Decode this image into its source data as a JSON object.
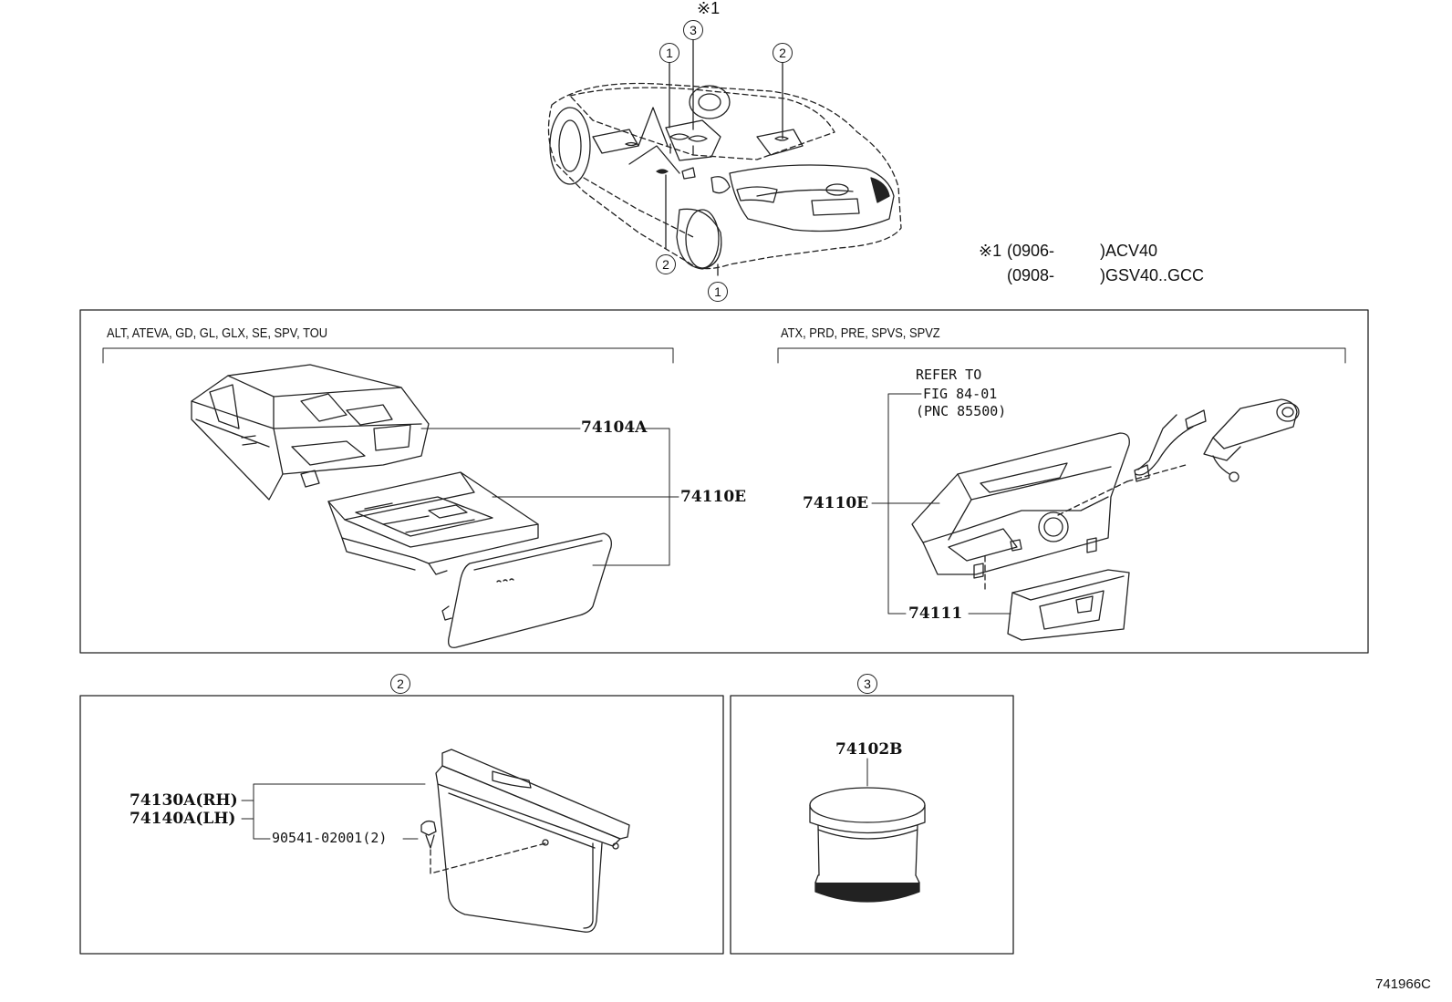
{
  "vehicle": {
    "note_mark": "※1",
    "callouts": {
      "top_1": "1",
      "top_3": "3",
      "top_2": "2",
      "side_2": "2",
      "bottom_1": "1"
    }
  },
  "applicability": {
    "line1_prefix": "※1",
    "line1_date": "(0906-",
    "line1_model": ")ACV40",
    "line2_date": "(0908-",
    "line2_model": ")GSV40..GCC"
  },
  "panel_main": {
    "left_grades": "ALT, ATEVA, GD, GL, GLX, SE, SPV, TOU",
    "right_grades": "ATX, PRD, PRE, SPVS, SPVZ",
    "left_parts": {
      "p1": "74104A",
      "p2": "74110E"
    },
    "right_refer": {
      "line1": "REFER TO",
      "line2": "FIG 84-01",
      "line3": "(PNC 85500)"
    },
    "right_parts": {
      "p1": "74110E",
      "p2": "74111"
    }
  },
  "panel_2": {
    "circle": "2",
    "part_rh": "74130A(RH)",
    "part_lh": "74140A(LH)",
    "fastener": "90541-02001(2)"
  },
  "panel_3": {
    "circle": "3",
    "part": "74102B"
  },
  "illustration_code": "741966C"
}
